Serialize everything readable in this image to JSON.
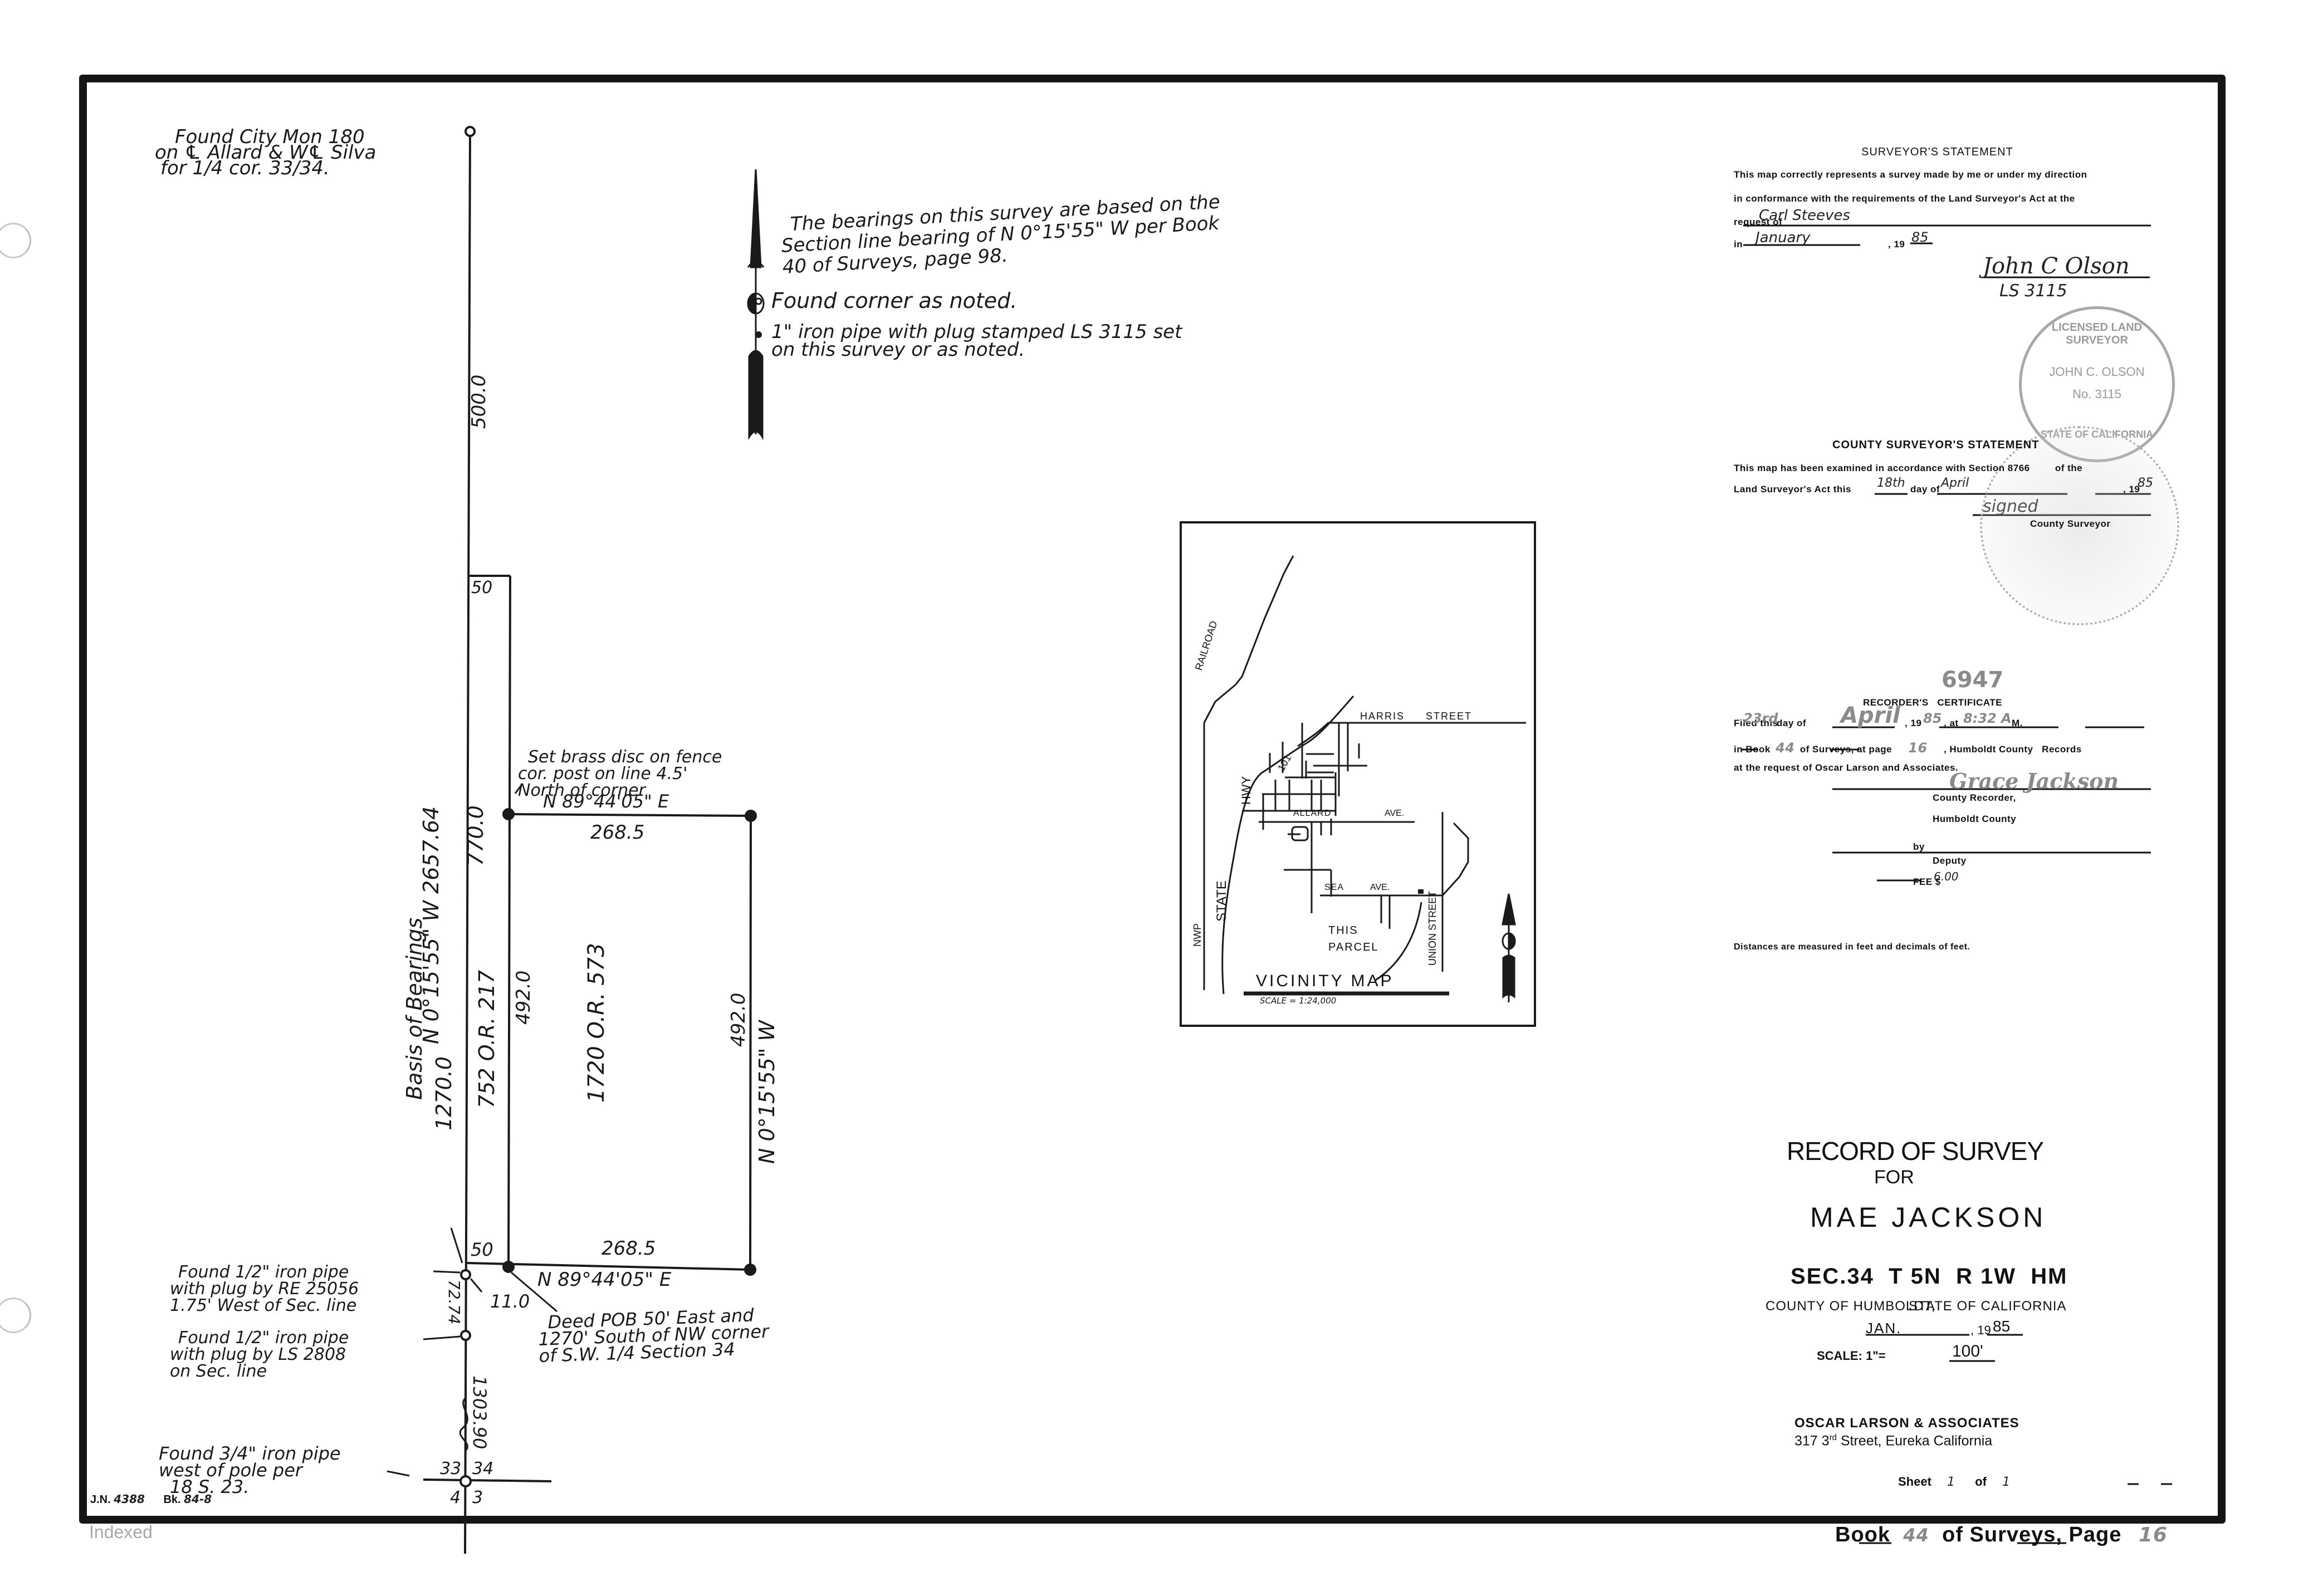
{
  "page": {
    "background": "#ffffff",
    "ink_color": "#151515",
    "stamp_color": "#9a9a9a"
  },
  "notes": {
    "found_city_mon": [
      "Found City Mon 180",
      "on ℄ Allard & W℄ Silva",
      "for 1/4 cor. 33/34."
    ],
    "bearing_basis": [
      "The bearings on this survey are based on the",
      "Section line bearing of N 0°15'55\" W per Book",
      "40 of Surveys, page 98."
    ],
    "legend": [
      {
        "symbol": "open-circle",
        "text": "Found corner as noted."
      },
      {
        "symbol": "filled-circle",
        "text": "1\" iron pipe with plug stamped LS 3115 set",
        "text2": "on this survey or as noted."
      }
    ],
    "brass_disc": [
      "Set brass disc on fence",
      "cor. post on line 4.5'",
      "North of corner"
    ],
    "found_half_re": [
      "Found 1/2\" iron pipe",
      "with plug by RE 25056",
      "1.75' West of Sec. line"
    ],
    "found_half_ls": [
      "Found 1/2\" iron pipe",
      "with plug by LS 2808",
      "on Sec. line"
    ],
    "found_three_quarter": [
      "Found 3/4\" iron pipe",
      "west of pole per",
      "18 S. 23."
    ],
    "deed_pob": [
      "Deed POB 50' East and",
      "1270' South of NW corner",
      "of S.W. 1/4 Section 34"
    ]
  },
  "plat": {
    "top_500": "500.0",
    "strip_top_50": "50",
    "strip_bottom_50": "50",
    "basis_label": "Basis of Bearings",
    "basis_bearing": "N 0°15'55\" W 2657.64",
    "dist_1270": "1270.0",
    "dist_770": "770.0",
    "strip_deed": "752 O.R. 217",
    "west_492": "492.0",
    "parcel_deed": "1720 O.R. 573",
    "east_492": "492.0",
    "east_bearing": "N 0°15'55\" W",
    "north_bearing": "N 89°44'05\" E",
    "north_dist": "268.5",
    "south_dist": "268.5",
    "south_bearing": "N 89°44'05\" E",
    "offset_11": "11.0",
    "dist_72": "72.74",
    "dist_1303": "1303.90",
    "sec_33": "33",
    "sec_34": "34",
    "sec_4": "4",
    "sec_3": "3"
  },
  "vicinity_map": {
    "title": "VICINITY MAP",
    "scale": "SCALE = 1:24,000",
    "labels": {
      "railroad": "RAILROAD",
      "nwp": "NWP",
      "state": "STATE",
      "hwy": "HWY",
      "route": "101",
      "harris": "HARRIS",
      "street": "STREET",
      "allard": "ALLARD",
      "ave1": "AVE.",
      "sea": "SEA",
      "ave2": "AVE.",
      "union_street": "UNION STREET",
      "this": "THIS",
      "parcel": "PARCEL"
    }
  },
  "surveyor_statement": {
    "title": "SURVEYOR'S STATEMENT",
    "line1": "This map correctly represents a survey made by me or under my direction",
    "line2": "in conformance with the requirements of the Land Surveyor's Act at the",
    "request_label": "request of",
    "request_value": "Carl Steeves",
    "in_label": "in",
    "month_value": "January",
    "year_prefix": ", 19",
    "year_value": "85",
    "signature": "John C Olson",
    "license": "LS 3115"
  },
  "surveyor_stamp": {
    "top": "LICENSED LAND SURVEYOR",
    "name": "JOHN C. OLSON",
    "number": "No. 3115",
    "bottom": "STATE OF CALIFORNIA"
  },
  "county_surveyor_statement": {
    "title": "COUNTY SURVEYOR'S STATEMENT",
    "line1_a": "This map has been examined in accordance with Section 8766",
    "line1_b": "of the",
    "line2_a": "Land Surveyor's Act this",
    "day_value": "18th",
    "day_of": "day of",
    "month_value": "April",
    "year_prefix": ", 19",
    "year_value": "85",
    "signature": "signed",
    "role": "County Surveyor"
  },
  "recorders_certificate": {
    "doc_number": "6947",
    "title": "RECORDER'S   CERTIFICATE",
    "filed_label": "Filed this",
    "day_value": "23rd",
    "day_of": "day of",
    "month_value": "April",
    "year_prefix": ", 19",
    "year_value": "85",
    "at_label": ", at",
    "time_value": "8:32 A",
    "m_label": "M.",
    "book_label": "in Book",
    "book_value": "44",
    "of_surveys": "of Surveys, at page",
    "page_value": "16",
    "records": ", Humboldt County   Records",
    "request_line": "at the request of Oscar Larson and Associates.",
    "signature": "Grace Jackson",
    "role1": "County Recorder,",
    "role2": "Humboldt County",
    "by_label": "by",
    "deputy_label": "Deputy",
    "fee_label": "FEE $",
    "fee_value": "6.00"
  },
  "distances_note": "Distances are measured in feet and decimals of feet.",
  "title_block": {
    "line1": "RECORD OF SURVEY",
    "line2": "FOR",
    "client": "MAE JACKSON",
    "section": "SEC.34  T 5N  R 1W  HM",
    "county": "COUNTY OF HUMBOLDT,",
    "state": "STATE OF CALIFORNIA",
    "month": "JAN.",
    "year_prefix": ", 19",
    "year": "85",
    "scale_label": "SCALE: 1\"=",
    "scale_value": "100'",
    "firm": "OSCAR LARSON & ASSOCIATES",
    "address_num": "317 3",
    "address_sup": "rd",
    "address_rest": " Street, Eureka California",
    "sheet_label": "Sheet",
    "sheet_value": "1",
    "of_label": "of",
    "sheet_total": "1"
  },
  "footer": {
    "jn_label": "J.N.",
    "jn_value": "4388",
    "bk_label": "Bk.",
    "bk_value": "84-8",
    "indexed": "Indexed",
    "book_label": "Book",
    "book_value": "44",
    "of_surveys": "of Surveys, Page",
    "page_value": "16"
  }
}
